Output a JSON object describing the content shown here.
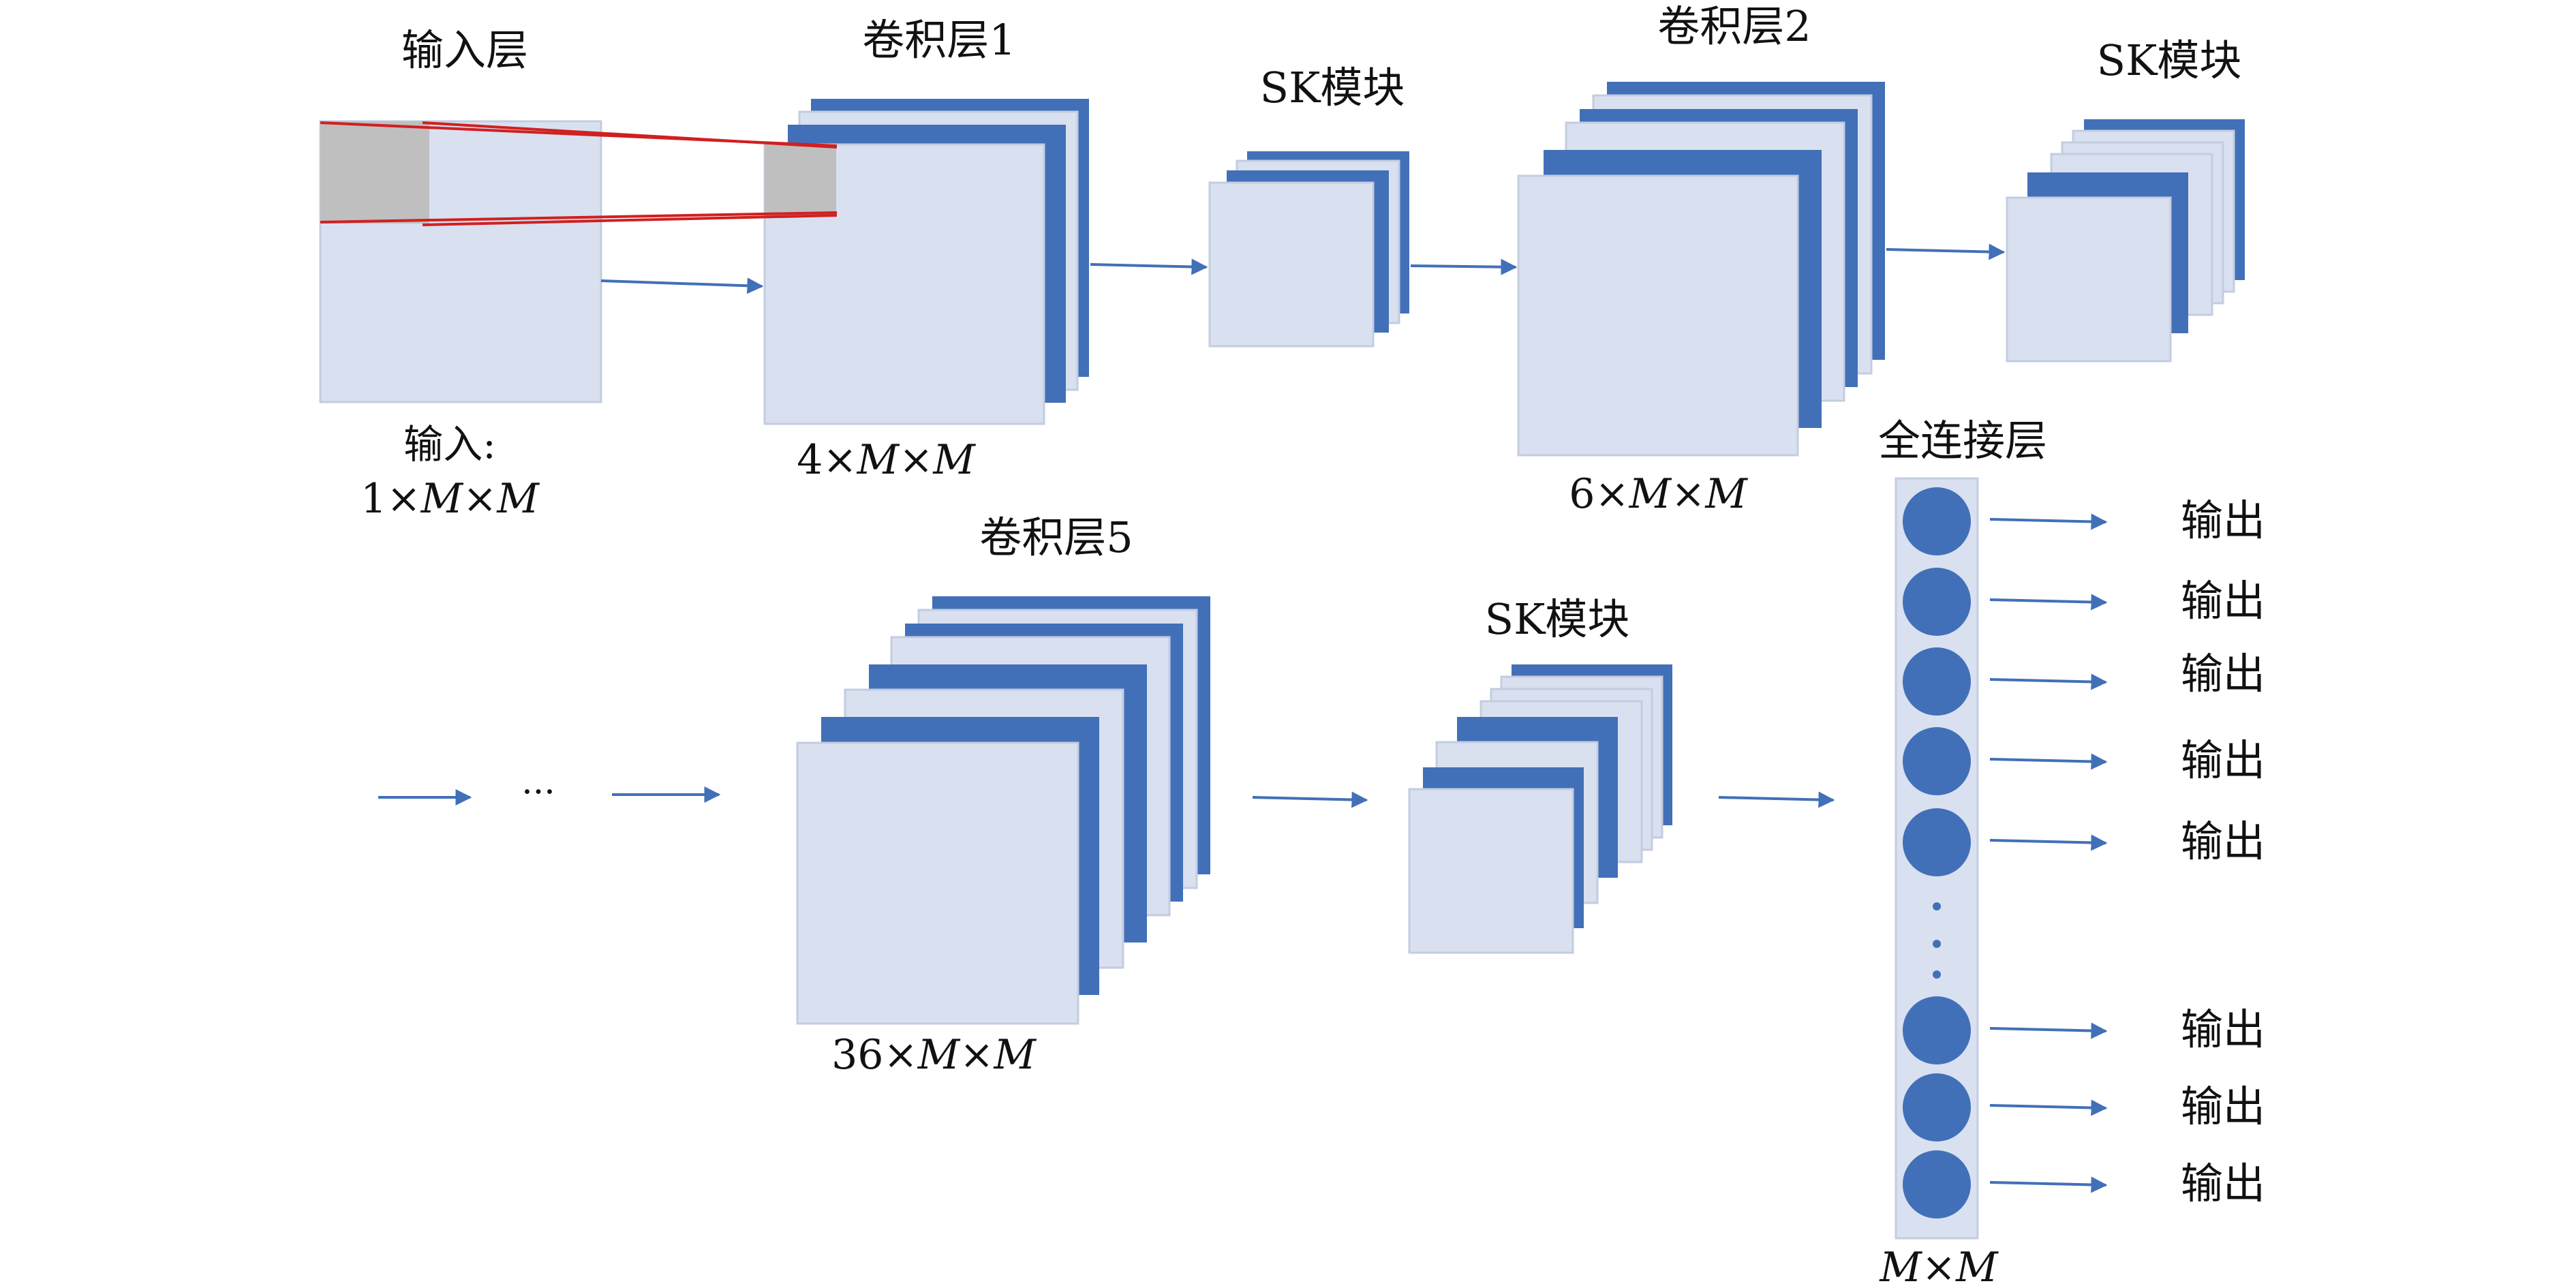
{
  "colors": {
    "map_fill": "#d9e0f0",
    "map_stroke": "#c3cde0",
    "kernel_fill": "#bfbfbf",
    "blue": "#4270b8",
    "red": "#d02020"
  },
  "labels": {
    "input_layer": "输入层",
    "input_line1": "输入:",
    "input_line2": {
      "a": "1×",
      "b": "M",
      "c": "×",
      "d": "M"
    },
    "conv1": "卷积层1",
    "conv1_dim": {
      "a": "4×",
      "b": "M",
      "c": "×",
      "d": "M"
    },
    "sk1": "SK模块",
    "conv2": "卷积层2",
    "conv2_dim": {
      "a": "6×",
      "b": "M",
      "c": "×",
      "d": "M"
    },
    "sk2": "SK模块",
    "fc": "全连接层",
    "fc_dim": {
      "b": "M",
      "c": "×",
      "d": "M"
    },
    "ellipsis": "···",
    "conv5": "卷积层5",
    "conv5_dim": {
      "a": "36×",
      "b": "M",
      "c": "×",
      "d": "M"
    },
    "sk3": "SK模块",
    "outputs": [
      "输出",
      "输出",
      "输出",
      "输出",
      "输出",
      "输出",
      "输出",
      "输出"
    ]
  }
}
